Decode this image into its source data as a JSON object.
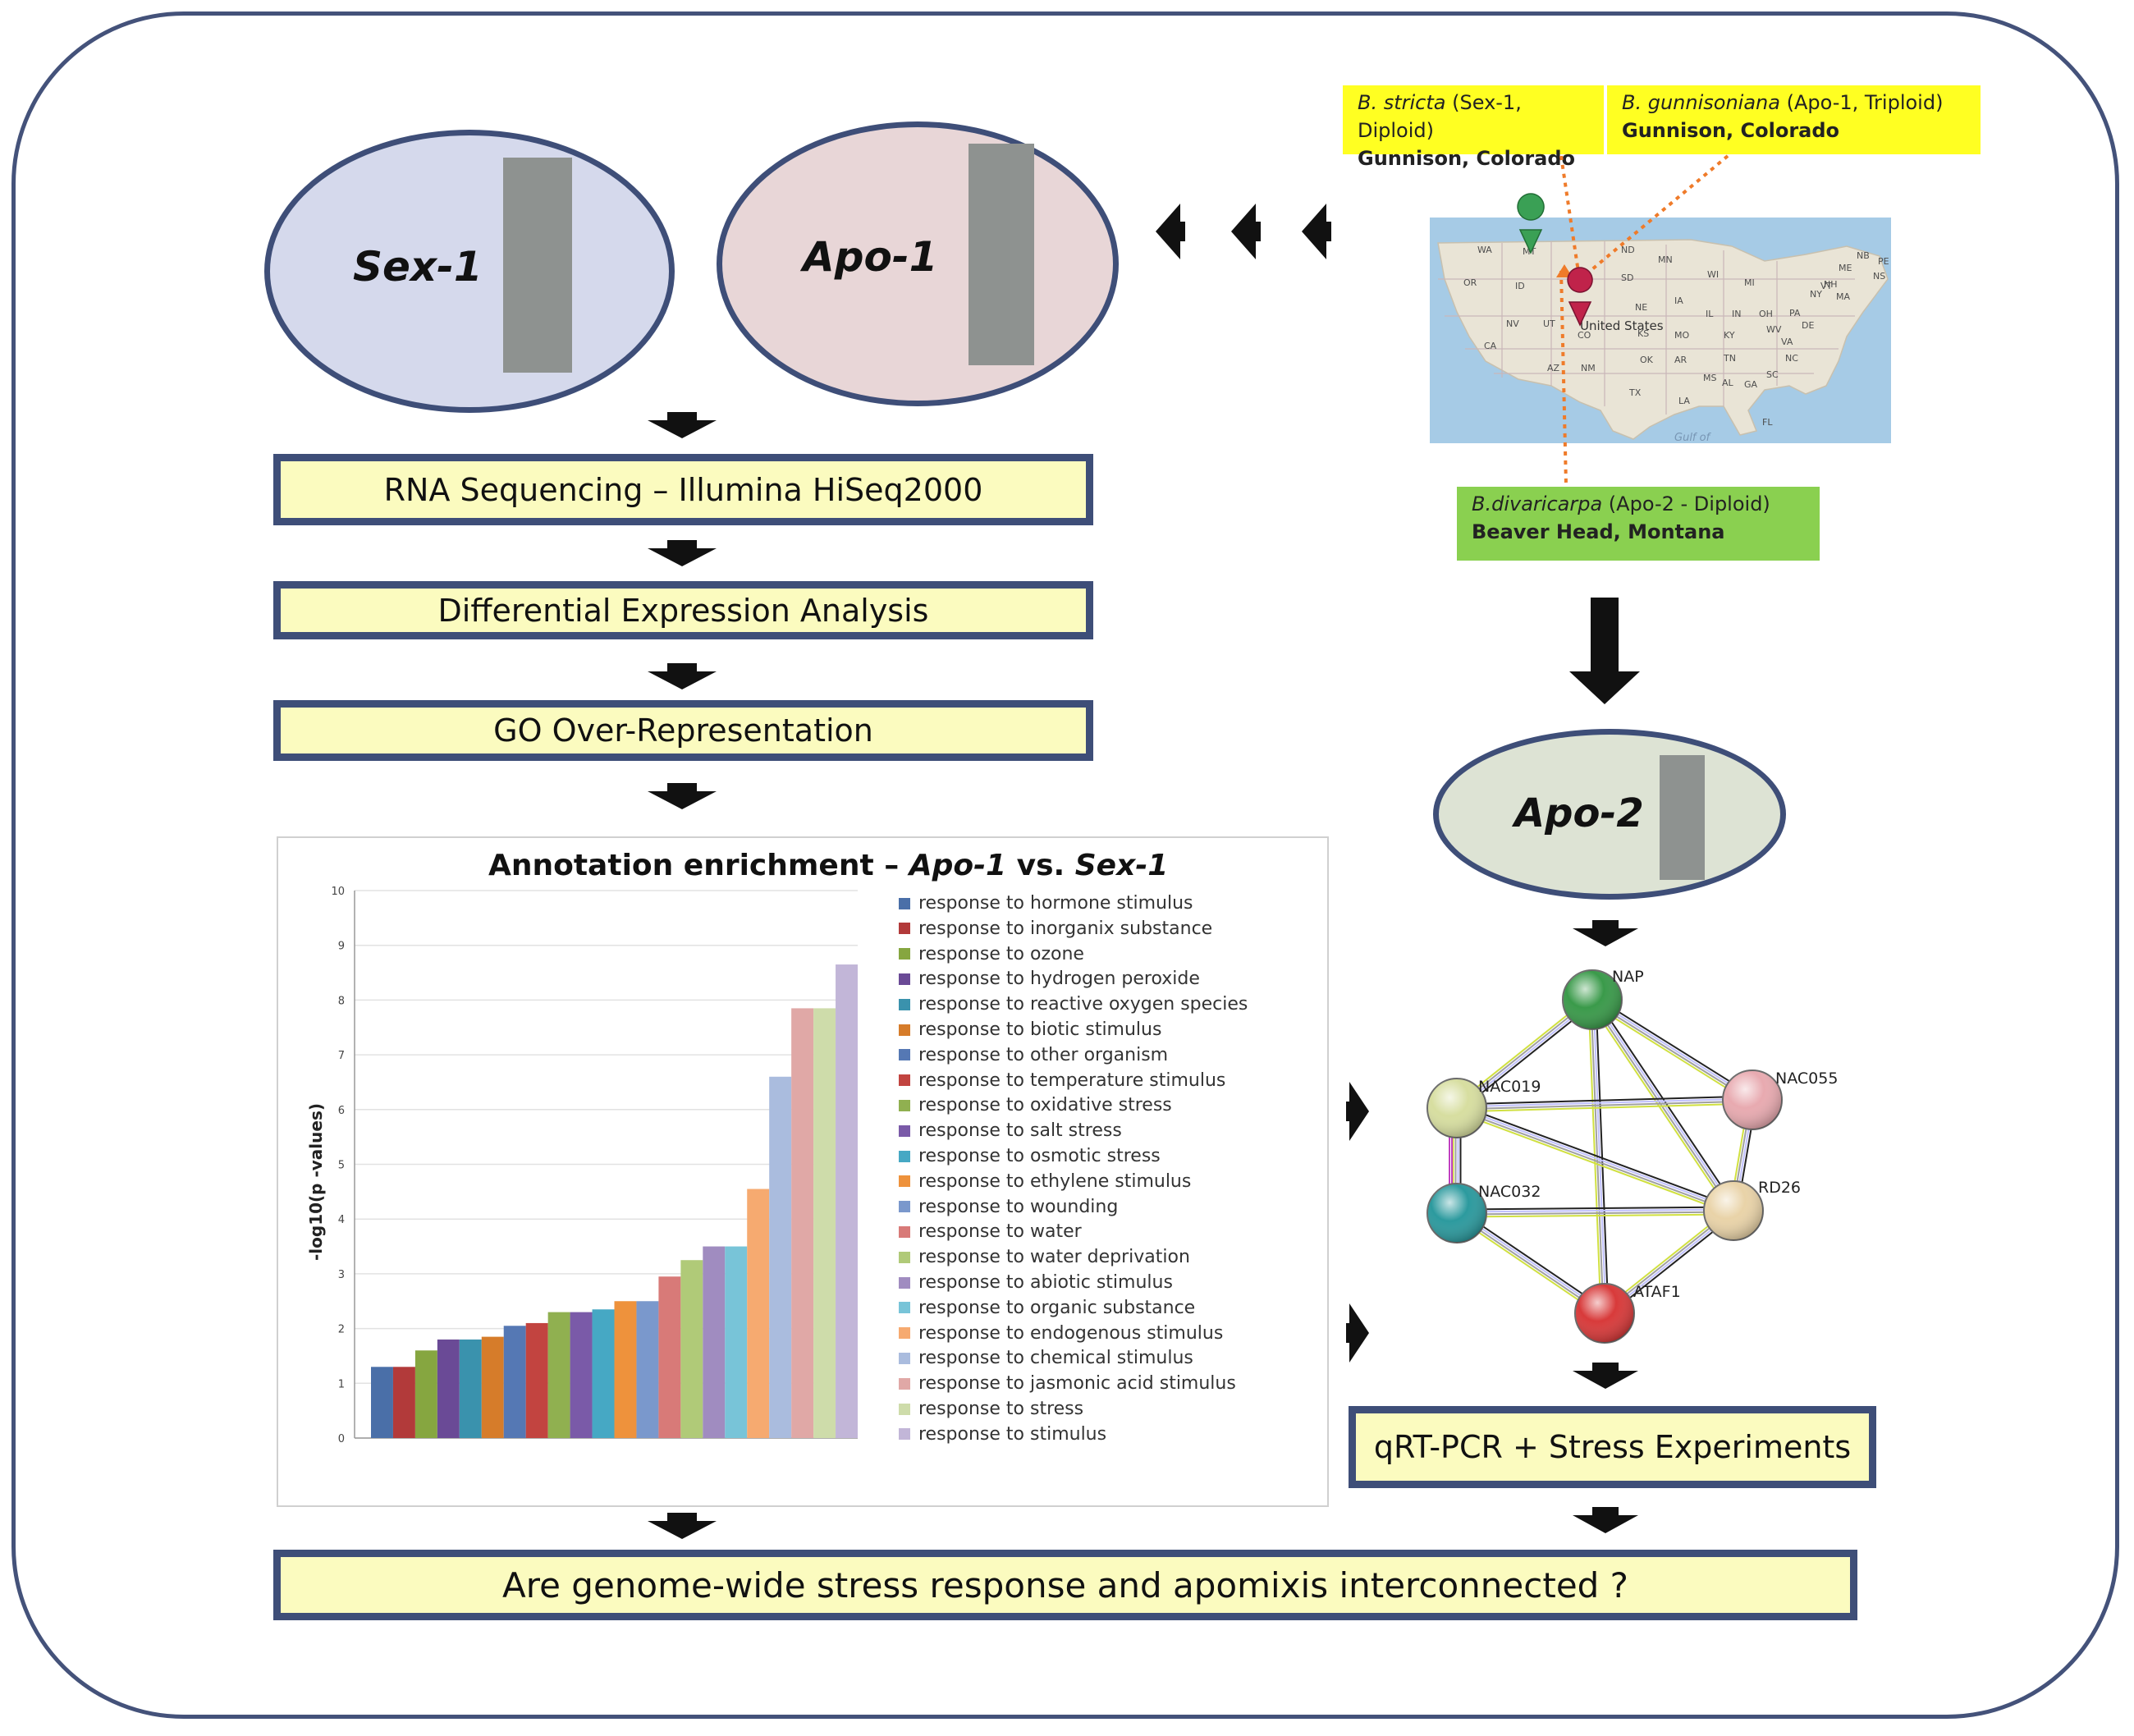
{
  "ellipses": {
    "sex1": "Sex-1",
    "apo1": "Apo-1",
    "apo2": "Apo-2"
  },
  "steps": {
    "rna": "RNA Sequencing – Illumina HiSeq2000",
    "dea": "Differential Expression Analysis",
    "go": "GO Over-Representation",
    "qrt": "qRT-PCR + Stress Experiments",
    "question": "Are genome-wide stress response and apomixis interconnected ?"
  },
  "map_tags": {
    "stricta_species": "B. stricta",
    "stricta_info": "(Sex-1, Diploid)",
    "stricta_loc": "Gunnison, Colorado",
    "gunn_species": "B. gunnisoniana",
    "gunn_info": "(Apo-1, Triploid)",
    "gunn_loc": "Gunnison, Colorado",
    "div_species": "B.divaricarpa",
    "div_info": "(Apo-2 - Diploid)",
    "div_loc": "Beaver Head, Montana"
  },
  "map_labels": {
    "country": "United States",
    "gulf": "Gulf of",
    "states": [
      {
        "t": "WA"
      },
      {
        "t": "MT"
      },
      {
        "t": "ND"
      },
      {
        "t": "MN"
      },
      {
        "t": "OR"
      },
      {
        "t": "ID"
      },
      {
        "t": "SD"
      },
      {
        "t": "WI"
      },
      {
        "t": "MI"
      },
      {
        "t": "NV"
      },
      {
        "t": "UT"
      },
      {
        "t": "NE"
      },
      {
        "t": "IA"
      },
      {
        "t": "IL"
      },
      {
        "t": "IN"
      },
      {
        "t": "OH"
      },
      {
        "t": "PA"
      },
      {
        "t": "NY"
      },
      {
        "t": "CA"
      },
      {
        "t": "AZ"
      },
      {
        "t": "NM"
      },
      {
        "t": "KS"
      },
      {
        "t": "MO"
      },
      {
        "t": "KY"
      },
      {
        "t": "WV"
      },
      {
        "t": "VA"
      },
      {
        "t": "OK"
      },
      {
        "t": "AR"
      },
      {
        "t": "TN"
      },
      {
        "t": "NC"
      },
      {
        "t": "TX"
      },
      {
        "t": "MS"
      },
      {
        "t": "AL"
      },
      {
        "t": "GA"
      },
      {
        "t": "SC"
      },
      {
        "t": "LA"
      },
      {
        "t": "FL"
      },
      {
        "t": "ME"
      },
      {
        "t": "VT"
      },
      {
        "t": "NH"
      },
      {
        "t": "MA"
      },
      {
        "t": "NB"
      },
      {
        "t": "PE"
      },
      {
        "t": "NS"
      },
      {
        "t": "CO"
      },
      {
        "t": "DE"
      }
    ]
  },
  "network": {
    "nodes": [
      {
        "name": "NAP",
        "color": "#3a9a4a"
      },
      {
        "name": "NAC019",
        "color": "#d7dea0"
      },
      {
        "name": "NAC055",
        "color": "#e8aab0"
      },
      {
        "name": "NAC032",
        "color": "#2c9a9e"
      },
      {
        "name": "RD26",
        "color": "#e9d3a8"
      },
      {
        "name": "ATAF1",
        "color": "#d83a3a"
      }
    ]
  },
  "chart_data": {
    "type": "bar",
    "title_prefix": "Annotation enrichment – ",
    "title_a": "Apo-1",
    "title_vs": " vs. ",
    "title_b": "Sex-1",
    "ylabel": "-log10(p -values)",
    "ylim": [
      0,
      10
    ],
    "yticks": [
      0,
      1,
      2,
      3,
      4,
      5,
      6,
      7,
      8,
      9,
      10
    ],
    "series": [
      {
        "name": "response to hormone stimulus",
        "value": 1.3,
        "color": "#4a6fa8"
      },
      {
        "name": "response to inorganix substance",
        "value": 1.3,
        "color": "#b23a3a"
      },
      {
        "name": "response to ozone",
        "value": 1.6,
        "color": "#86a640"
      },
      {
        "name": "response to hydrogen peroxide",
        "value": 1.8,
        "color": "#6a4a96"
      },
      {
        "name": "response to reactive oxygen species",
        "value": 1.8,
        "color": "#3a92ad"
      },
      {
        "name": "response to biotic stimulus",
        "value": 1.85,
        "color": "#d67c2a"
      },
      {
        "name": "response to other organism",
        "value": 2.05,
        "color": "#5578b4"
      },
      {
        "name": "response to temperature stimulus",
        "value": 2.1,
        "color": "#c24440"
      },
      {
        "name": "response to oxidative stress",
        "value": 2.3,
        "color": "#90b050"
      },
      {
        "name": "response to salt stress",
        "value": 2.3,
        "color": "#7a5aa8"
      },
      {
        "name": "response to osmotic stress",
        "value": 2.35,
        "color": "#46a8c4"
      },
      {
        "name": "response to ethylene stimulus",
        "value": 2.5,
        "color": "#ee923c"
      },
      {
        "name": "response to wounding",
        "value": 2.5,
        "color": "#7a98cc"
      },
      {
        "name": "response to water",
        "value": 2.95,
        "color": "#d87a78"
      },
      {
        "name": "response to water deprivation",
        "value": 3.25,
        "color": "#b0ca78"
      },
      {
        "name": "response to abiotic stimulus",
        "value": 3.5,
        "color": "#a08cc0"
      },
      {
        "name": "response to organic substance",
        "value": 3.5,
        "color": "#78c4d8"
      },
      {
        "name": "response to endogenous stimulus",
        "value": 4.55,
        "color": "#f6aa70"
      },
      {
        "name": "response to chemical stimulus",
        "value": 6.6,
        "color": "#aabcde"
      },
      {
        "name": "response to jasmonic acid stimulus",
        "value": 7.85,
        "color": "#e0a8a6"
      },
      {
        "name": "response to stress",
        "value": 7.85,
        "color": "#cedcaa"
      },
      {
        "name": "response to stimulus",
        "value": 8.65,
        "color": "#c2b6d8"
      }
    ]
  }
}
